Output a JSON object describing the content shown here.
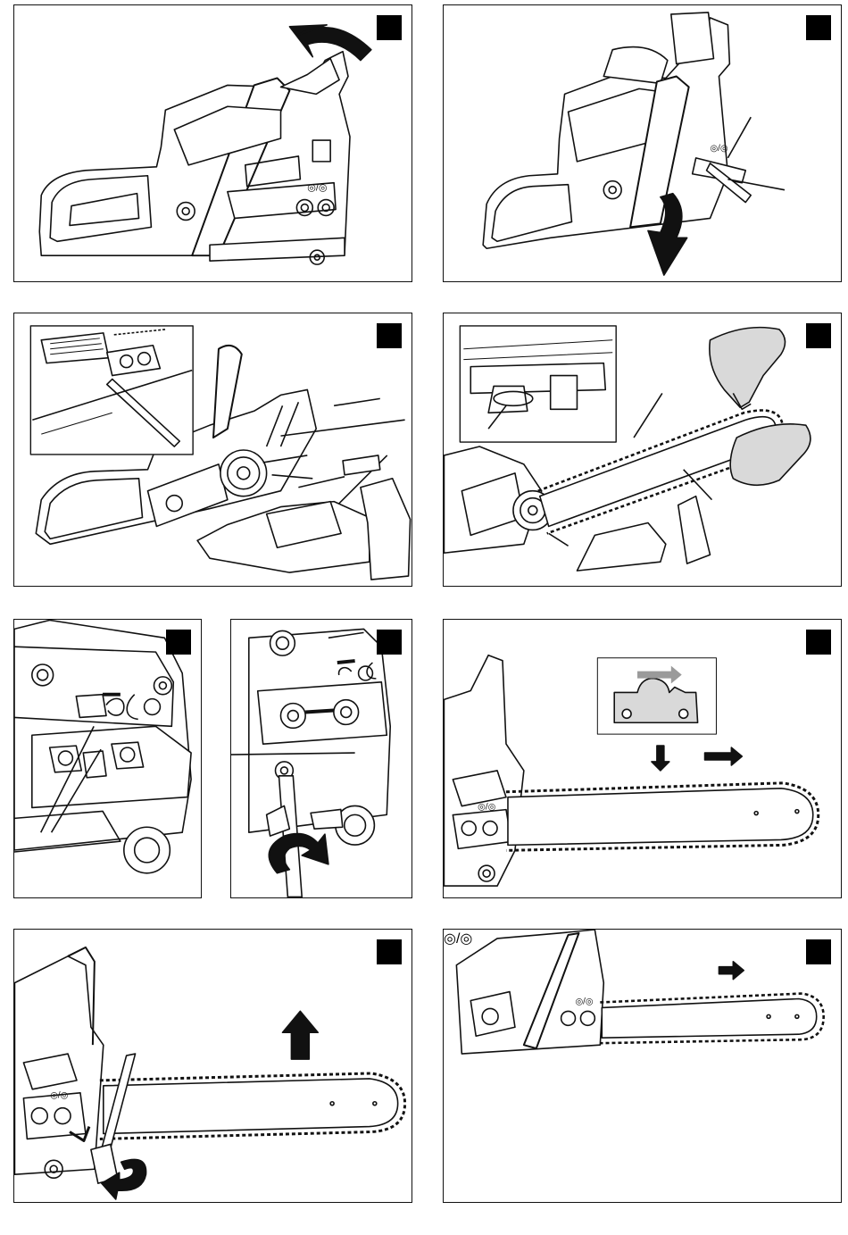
{
  "colors": {
    "ink": "#111111",
    "fill": "#ffffff",
    "shade": "#d9d9d9",
    "badge": "#000000",
    "arrow-accent": "#9a9a9a"
  },
  "figures": [
    {
      "id": "fig-1",
      "panel_icons": [
        "curved-arrow-icon",
        "chainsaw-icon"
      ]
    },
    {
      "id": "fig-2",
      "panel_icons": [
        "down-arrow-icon",
        "wrench-icon",
        "chainsaw-icon"
      ]
    },
    {
      "id": "fig-3",
      "panel_icons": [
        "detail-inset",
        "chainsaw-icon",
        "sprocket-cover-icon"
      ]
    },
    {
      "id": "fig-4",
      "panel_icons": [
        "glove-icon",
        "chain-icon",
        "guide-bar-icon"
      ]
    },
    {
      "id": "fig-5a",
      "panel_icons": [
        "chain-tensioner-icon"
      ]
    },
    {
      "id": "fig-5b",
      "panel_icons": [
        "screwdriver-icon",
        "rotate-arrow-icon"
      ]
    },
    {
      "id": "fig-6",
      "panel_icons": [
        "chain-link-icon",
        "arrow-down-icon",
        "arrow-right-icon"
      ]
    },
    {
      "id": "fig-7",
      "panel_icons": [
        "arrow-up-icon",
        "rotate-arrow-icon",
        "screwdriver-icon"
      ]
    },
    {
      "id": "fig-8",
      "panel_icons": [
        "arrow-right-icon",
        "arrow-up-icon"
      ]
    }
  ]
}
